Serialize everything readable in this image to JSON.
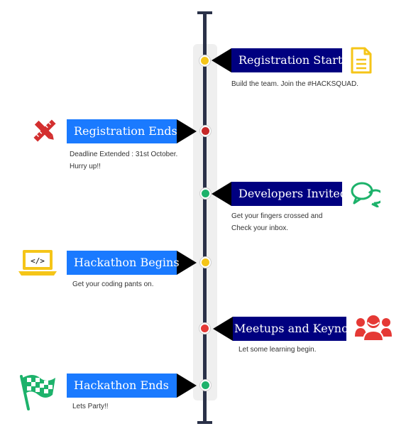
{
  "colors": {
    "line": "#2a3148",
    "label_right_bg": "#000080",
    "label_left_bg": "#1a7aff",
    "yellow": "#f5c518",
    "red": "#d32f2f",
    "green": "#1db26b"
  },
  "events": [
    {
      "title": "Registration Starts",
      "desc_lines": [
        "Build the team. Join the #HACKSQUAD."
      ],
      "dot_color": "#f5c518",
      "icon": "document-icon"
    },
    {
      "title": "Registration Ends",
      "desc_lines": [
        "Deadline Extended : 31st October.",
        "Hurry up!!"
      ],
      "dot_color": "#c62828",
      "icon": "pencil-ruler-icon"
    },
    {
      "title": "Developers Invited",
      "desc_lines": [
        "Get your fingers crossed and",
        "Check your inbox."
      ],
      "dot_color": "#1db26b",
      "icon": "chat-bubbles-icon"
    },
    {
      "title": "Hackathon Begins",
      "desc_lines": [
        "Get your coding pants on."
      ],
      "dot_color": "#f5c518",
      "icon": "laptop-code-icon"
    },
    {
      "title": "Meetups and Keynotes",
      "desc_lines": [
        "Let some learning begin."
      ],
      "dot_color": "#e53935",
      "icon": "people-group-icon"
    },
    {
      "title": "Hackathon Ends",
      "desc_lines": [
        "Lets Party!!"
      ],
      "dot_color": "#1db26b",
      "icon": "checkered-flag-icon"
    }
  ]
}
